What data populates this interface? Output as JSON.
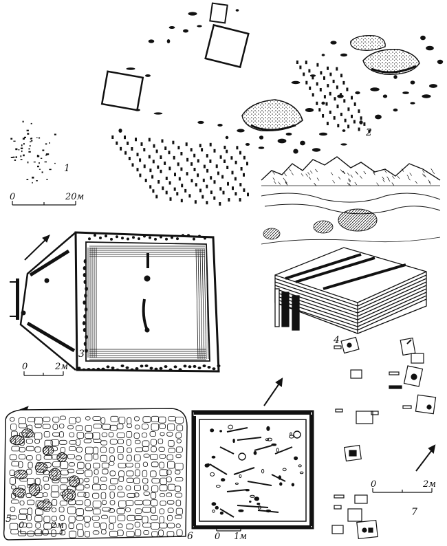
{
  "figures": [
    {
      "id": "1",
      "label": "1"
    },
    {
      "id": "2",
      "label": "2"
    },
    {
      "id": "3",
      "label": "3"
    },
    {
      "id": "4",
      "label": "4"
    },
    {
      "id": "5",
      "label": "5"
    },
    {
      "id": "6",
      "label": "6"
    },
    {
      "id": "7",
      "label": "7"
    }
  ],
  "scales": {
    "s1": {
      "start": "0",
      "end": "20м"
    },
    "s3": {
      "start": "0",
      "end": "2м"
    },
    "s5": {
      "start": "0",
      "end": "2м"
    },
    "s6": {
      "start": "0",
      "end": "1м"
    },
    "s7": {
      "start": "0",
      "end": "2м"
    }
  },
  "colors": {
    "ink": "#111111",
    "paper": "#ffffff",
    "shade": "#444444"
  }
}
